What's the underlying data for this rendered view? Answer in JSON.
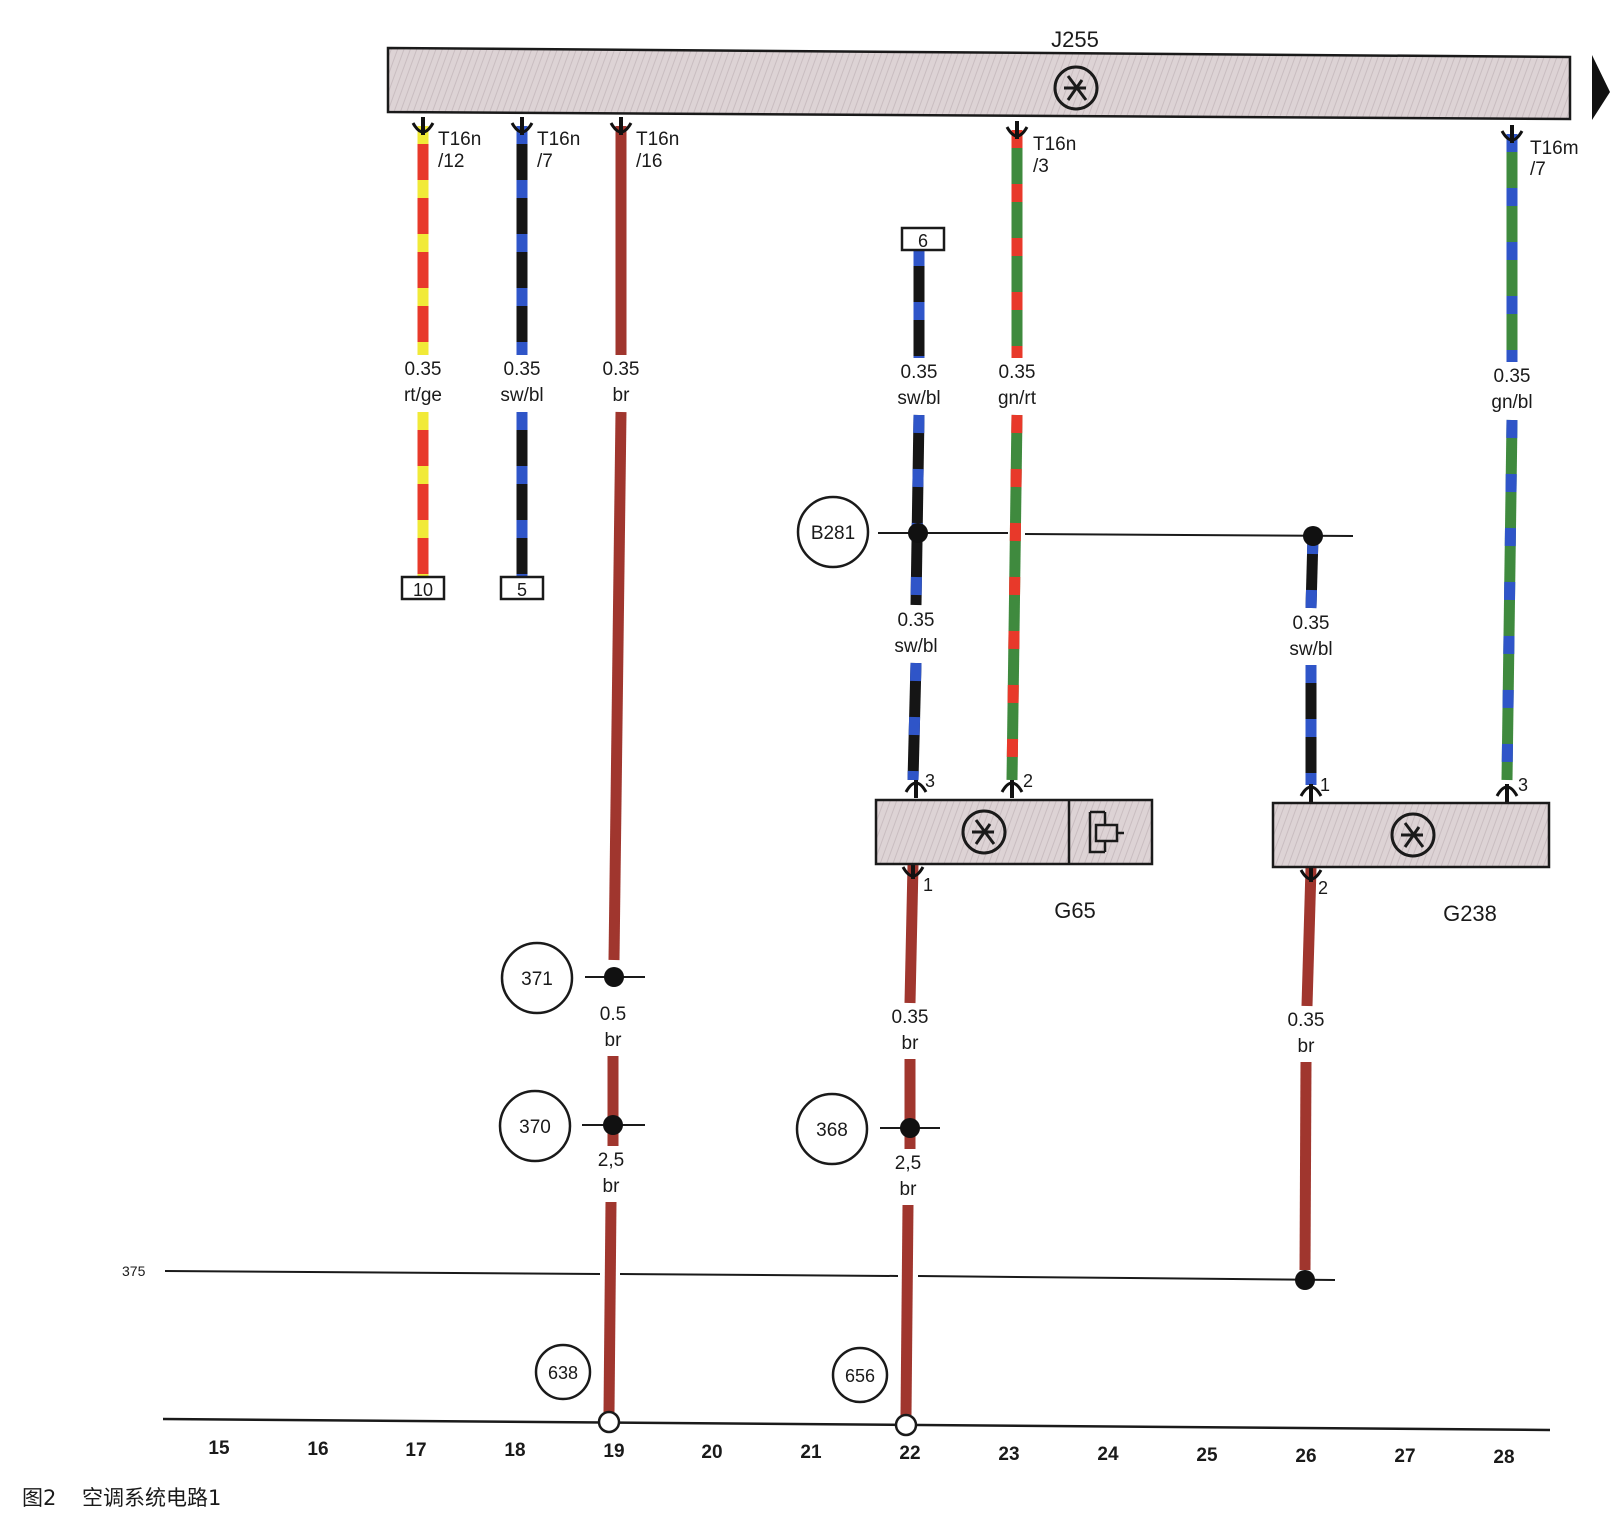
{
  "components": {
    "j255": {
      "label": "J255"
    },
    "g65": {
      "label": "G65"
    },
    "g238": {
      "label": "G238"
    }
  },
  "pins": {
    "t16n_12": {
      "name": "T16n",
      "pin": "/12"
    },
    "t16n_7": {
      "name": "T16n",
      "pin": "/7"
    },
    "t16n_16": {
      "name": "T16n",
      "pin": "/16"
    },
    "t16n_3": {
      "name": "T16n",
      "pin": "/3"
    },
    "t16m_7": {
      "name": "T16m",
      "pin": "/7"
    },
    "g65_3": "3",
    "g65_2": "2",
    "g65_1": "1",
    "g238_1": "1",
    "g238_3": "3",
    "g238_2": "2"
  },
  "wires": {
    "w1": {
      "size": "0.35",
      "color": "rt/ge"
    },
    "w2": {
      "size": "0.35",
      "color": "sw/bl"
    },
    "w3": {
      "size": "0.35",
      "color": "br"
    },
    "w4": {
      "size": "0.35",
      "color": "sw/bl"
    },
    "w5": {
      "size": "0.35",
      "color": "gn/rt"
    },
    "w6": {
      "size": "0.35",
      "color": "gn/bl"
    },
    "w7": {
      "size": "0.35",
      "color": "sw/bl"
    },
    "w8": {
      "size": "0.35",
      "color": "sw/bl"
    },
    "w9": {
      "size": "0.5",
      "color": "br"
    },
    "w10": {
      "size": "2,5",
      "color": "br"
    },
    "w11": {
      "size": "0.35",
      "color": "br"
    },
    "w12": {
      "size": "2,5",
      "color": "br"
    },
    "w13": {
      "size": "0.35",
      "color": "br"
    }
  },
  "references": {
    "r10": "10",
    "r5": "5",
    "r6": "6"
  },
  "connections": {
    "b281": "B281",
    "c371": "371",
    "c370": "370",
    "c368": "368",
    "c638": "638",
    "c656": "656",
    "line375": "375"
  },
  "grid_numbers": [
    "15",
    "16",
    "17",
    "18",
    "19",
    "20",
    "21",
    "22",
    "23",
    "24",
    "25",
    "26",
    "27",
    "28"
  ],
  "caption": {
    "figure": "图2",
    "title": "空调系统电路1"
  },
  "wire_colors": {
    "rt": "#e8392a",
    "ge": "#f1ea38",
    "sw": "#151515",
    "bl": "#2f55c8",
    "br": "#a0362e",
    "gn": "#3f8a3e"
  }
}
